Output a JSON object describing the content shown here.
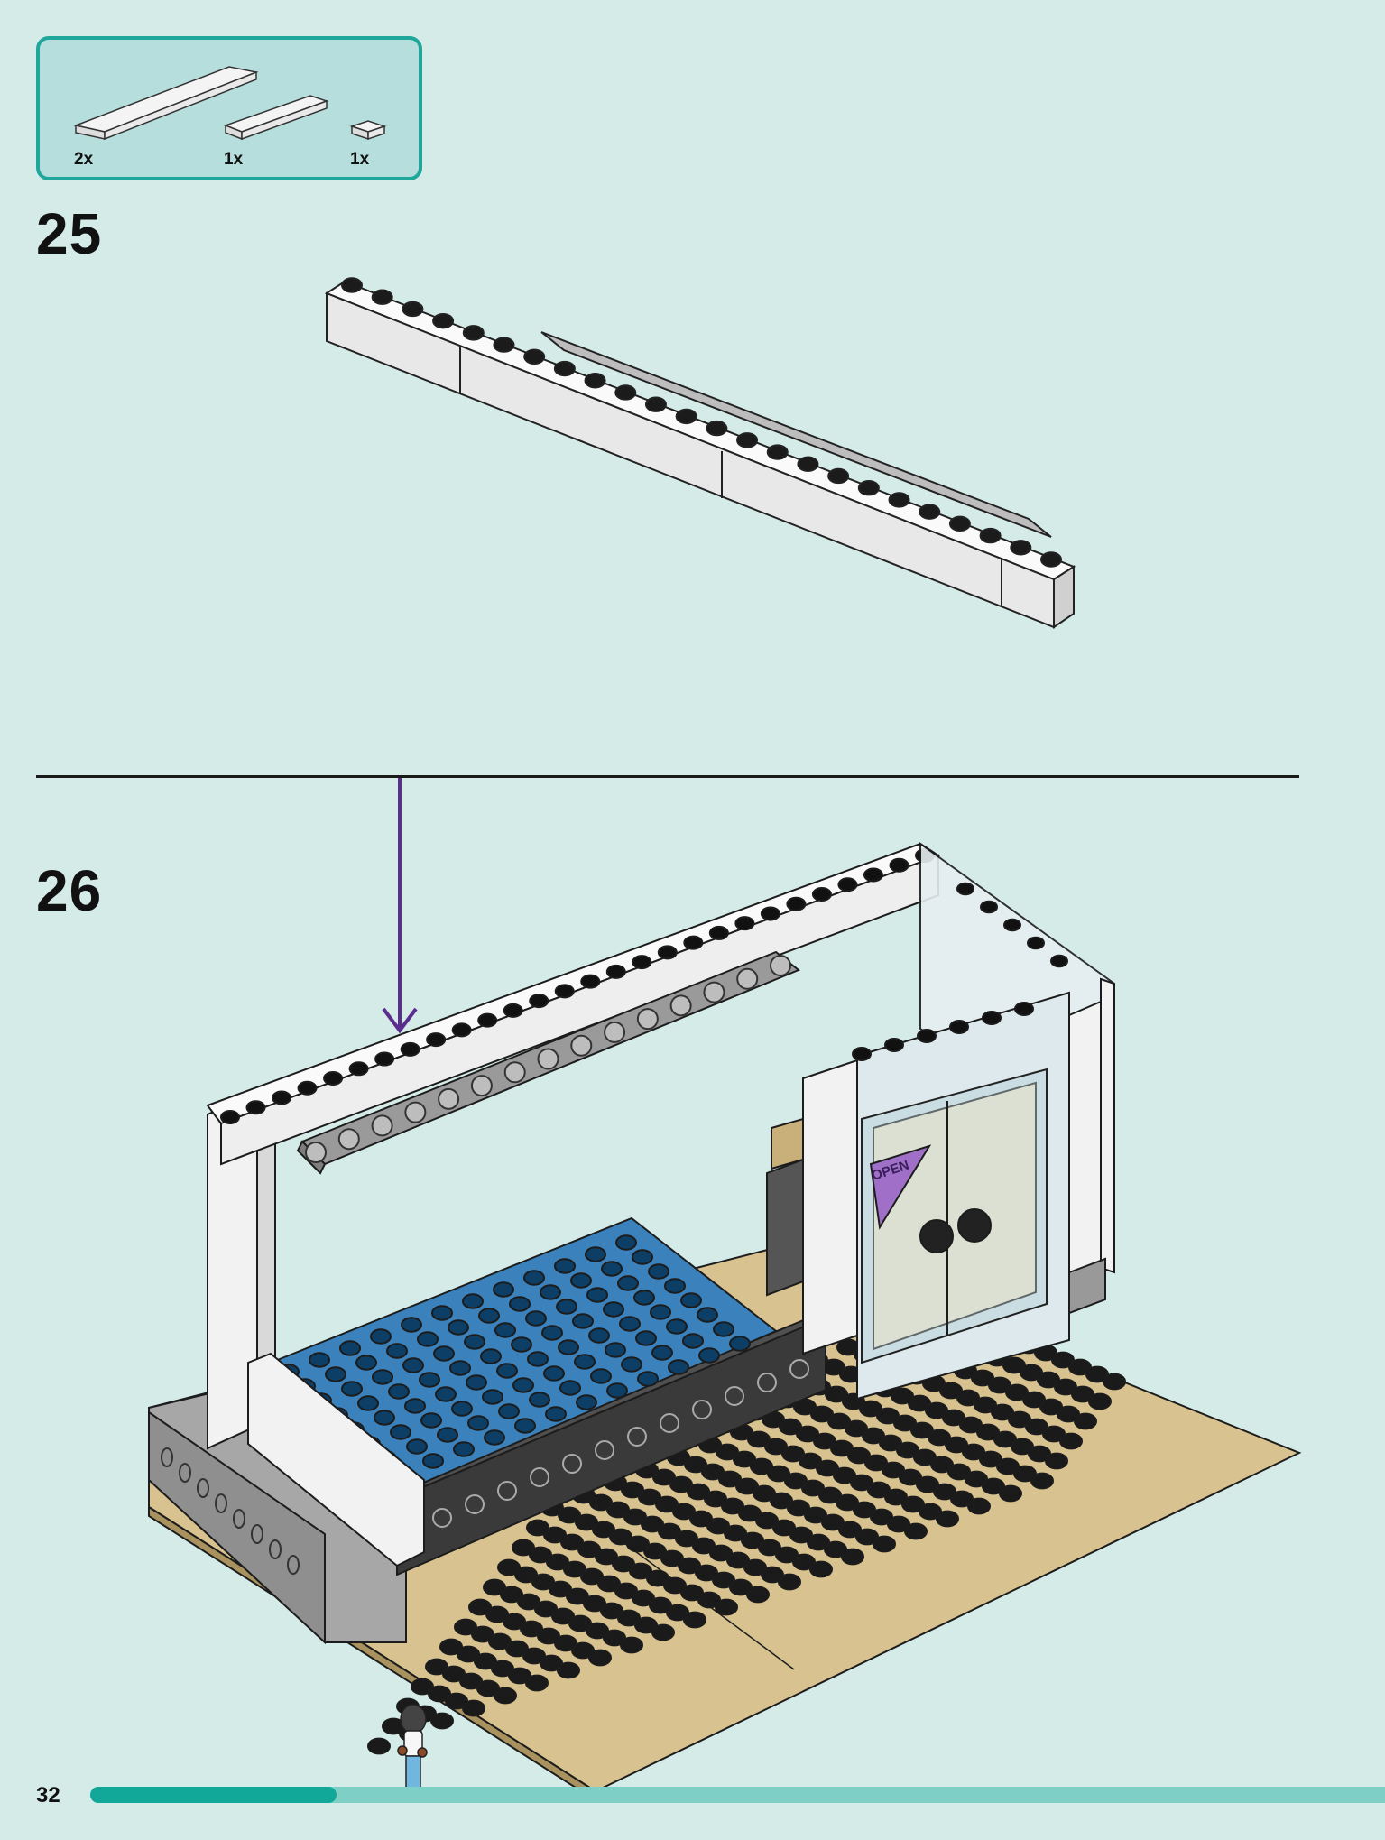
{
  "parts_box": {
    "parts": [
      {
        "name": "long white tile",
        "count": "2x"
      },
      {
        "name": "medium white tile",
        "count": "1x"
      },
      {
        "name": "small white tile",
        "count": "1x"
      }
    ]
  },
  "steps": [
    {
      "number": "25"
    },
    {
      "number": "26"
    }
  ],
  "door_sign": "OPEN",
  "page": {
    "number": "32",
    "progress": 0.19
  },
  "colors": {
    "background": "#d4ebe8",
    "parts_border": "#1fa79c",
    "arrow": "#5b2d8e",
    "progress_fill": "#11a89a",
    "progress_track": "#7ecfc6"
  },
  "icons": [
    "minifigure-icon",
    "arrow-down-icon"
  ]
}
